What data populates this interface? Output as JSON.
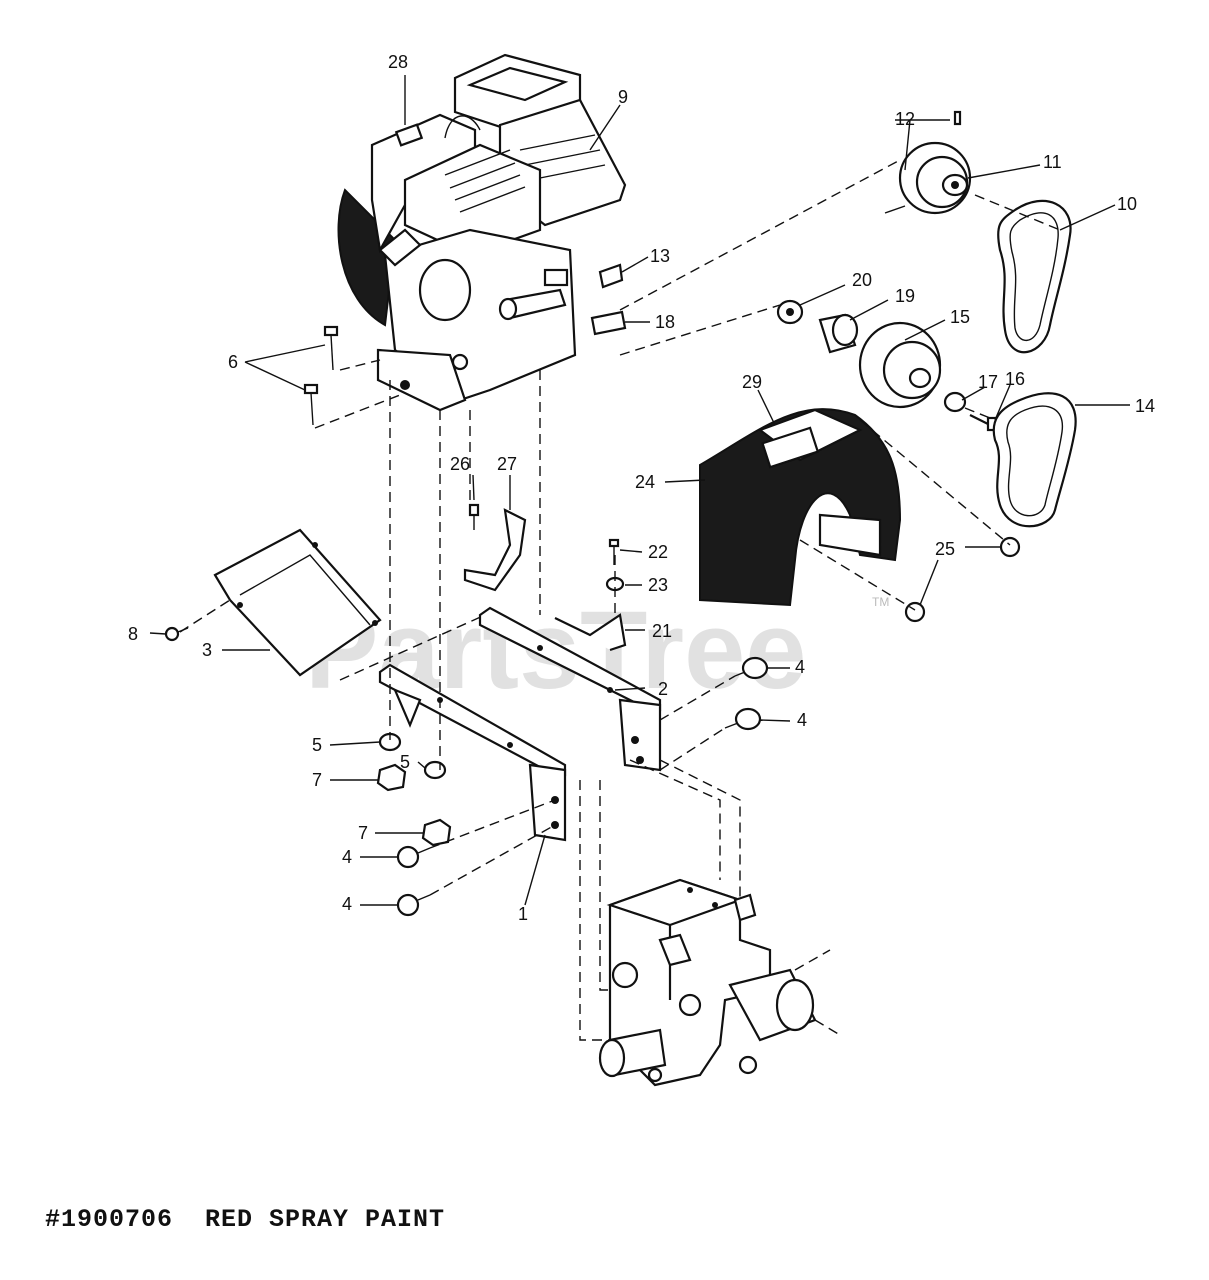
{
  "watermark": {
    "text": "PartsTree",
    "trademark": "TM"
  },
  "footer_note": "#1900706  RED SPRAY PAINT",
  "callouts": [
    {
      "id": "c28",
      "label": "28"
    },
    {
      "id": "c9",
      "label": "9"
    },
    {
      "id": "c12",
      "label": "12"
    },
    {
      "id": "c11",
      "label": "11"
    },
    {
      "id": "c10",
      "label": "10"
    },
    {
      "id": "c13",
      "label": "13"
    },
    {
      "id": "c20",
      "label": "20"
    },
    {
      "id": "c19",
      "label": "19"
    },
    {
      "id": "c15",
      "label": "15"
    },
    {
      "id": "c18",
      "label": "18"
    },
    {
      "id": "c6",
      "label": "6"
    },
    {
      "id": "c29",
      "label": "29"
    },
    {
      "id": "c17",
      "label": "17"
    },
    {
      "id": "c16",
      "label": "16"
    },
    {
      "id": "c14",
      "label": "14"
    },
    {
      "id": "c24",
      "label": "24"
    },
    {
      "id": "c26",
      "label": "26"
    },
    {
      "id": "c27",
      "label": "27"
    },
    {
      "id": "c22",
      "label": "22"
    },
    {
      "id": "c25",
      "label": "25"
    },
    {
      "id": "c23",
      "label": "23"
    },
    {
      "id": "c8",
      "label": "8"
    },
    {
      "id": "c3",
      "label": "3"
    },
    {
      "id": "c21",
      "label": "21"
    },
    {
      "id": "c4a",
      "label": "4"
    },
    {
      "id": "c2",
      "label": "2"
    },
    {
      "id": "c4b",
      "label": "4"
    },
    {
      "id": "c5a",
      "label": "5"
    },
    {
      "id": "c5b",
      "label": "5"
    },
    {
      "id": "c7a",
      "label": "7"
    },
    {
      "id": "c7b",
      "label": "7"
    },
    {
      "id": "c4c",
      "label": "4"
    },
    {
      "id": "c4d",
      "label": "4"
    },
    {
      "id": "c1",
      "label": "1"
    }
  ]
}
